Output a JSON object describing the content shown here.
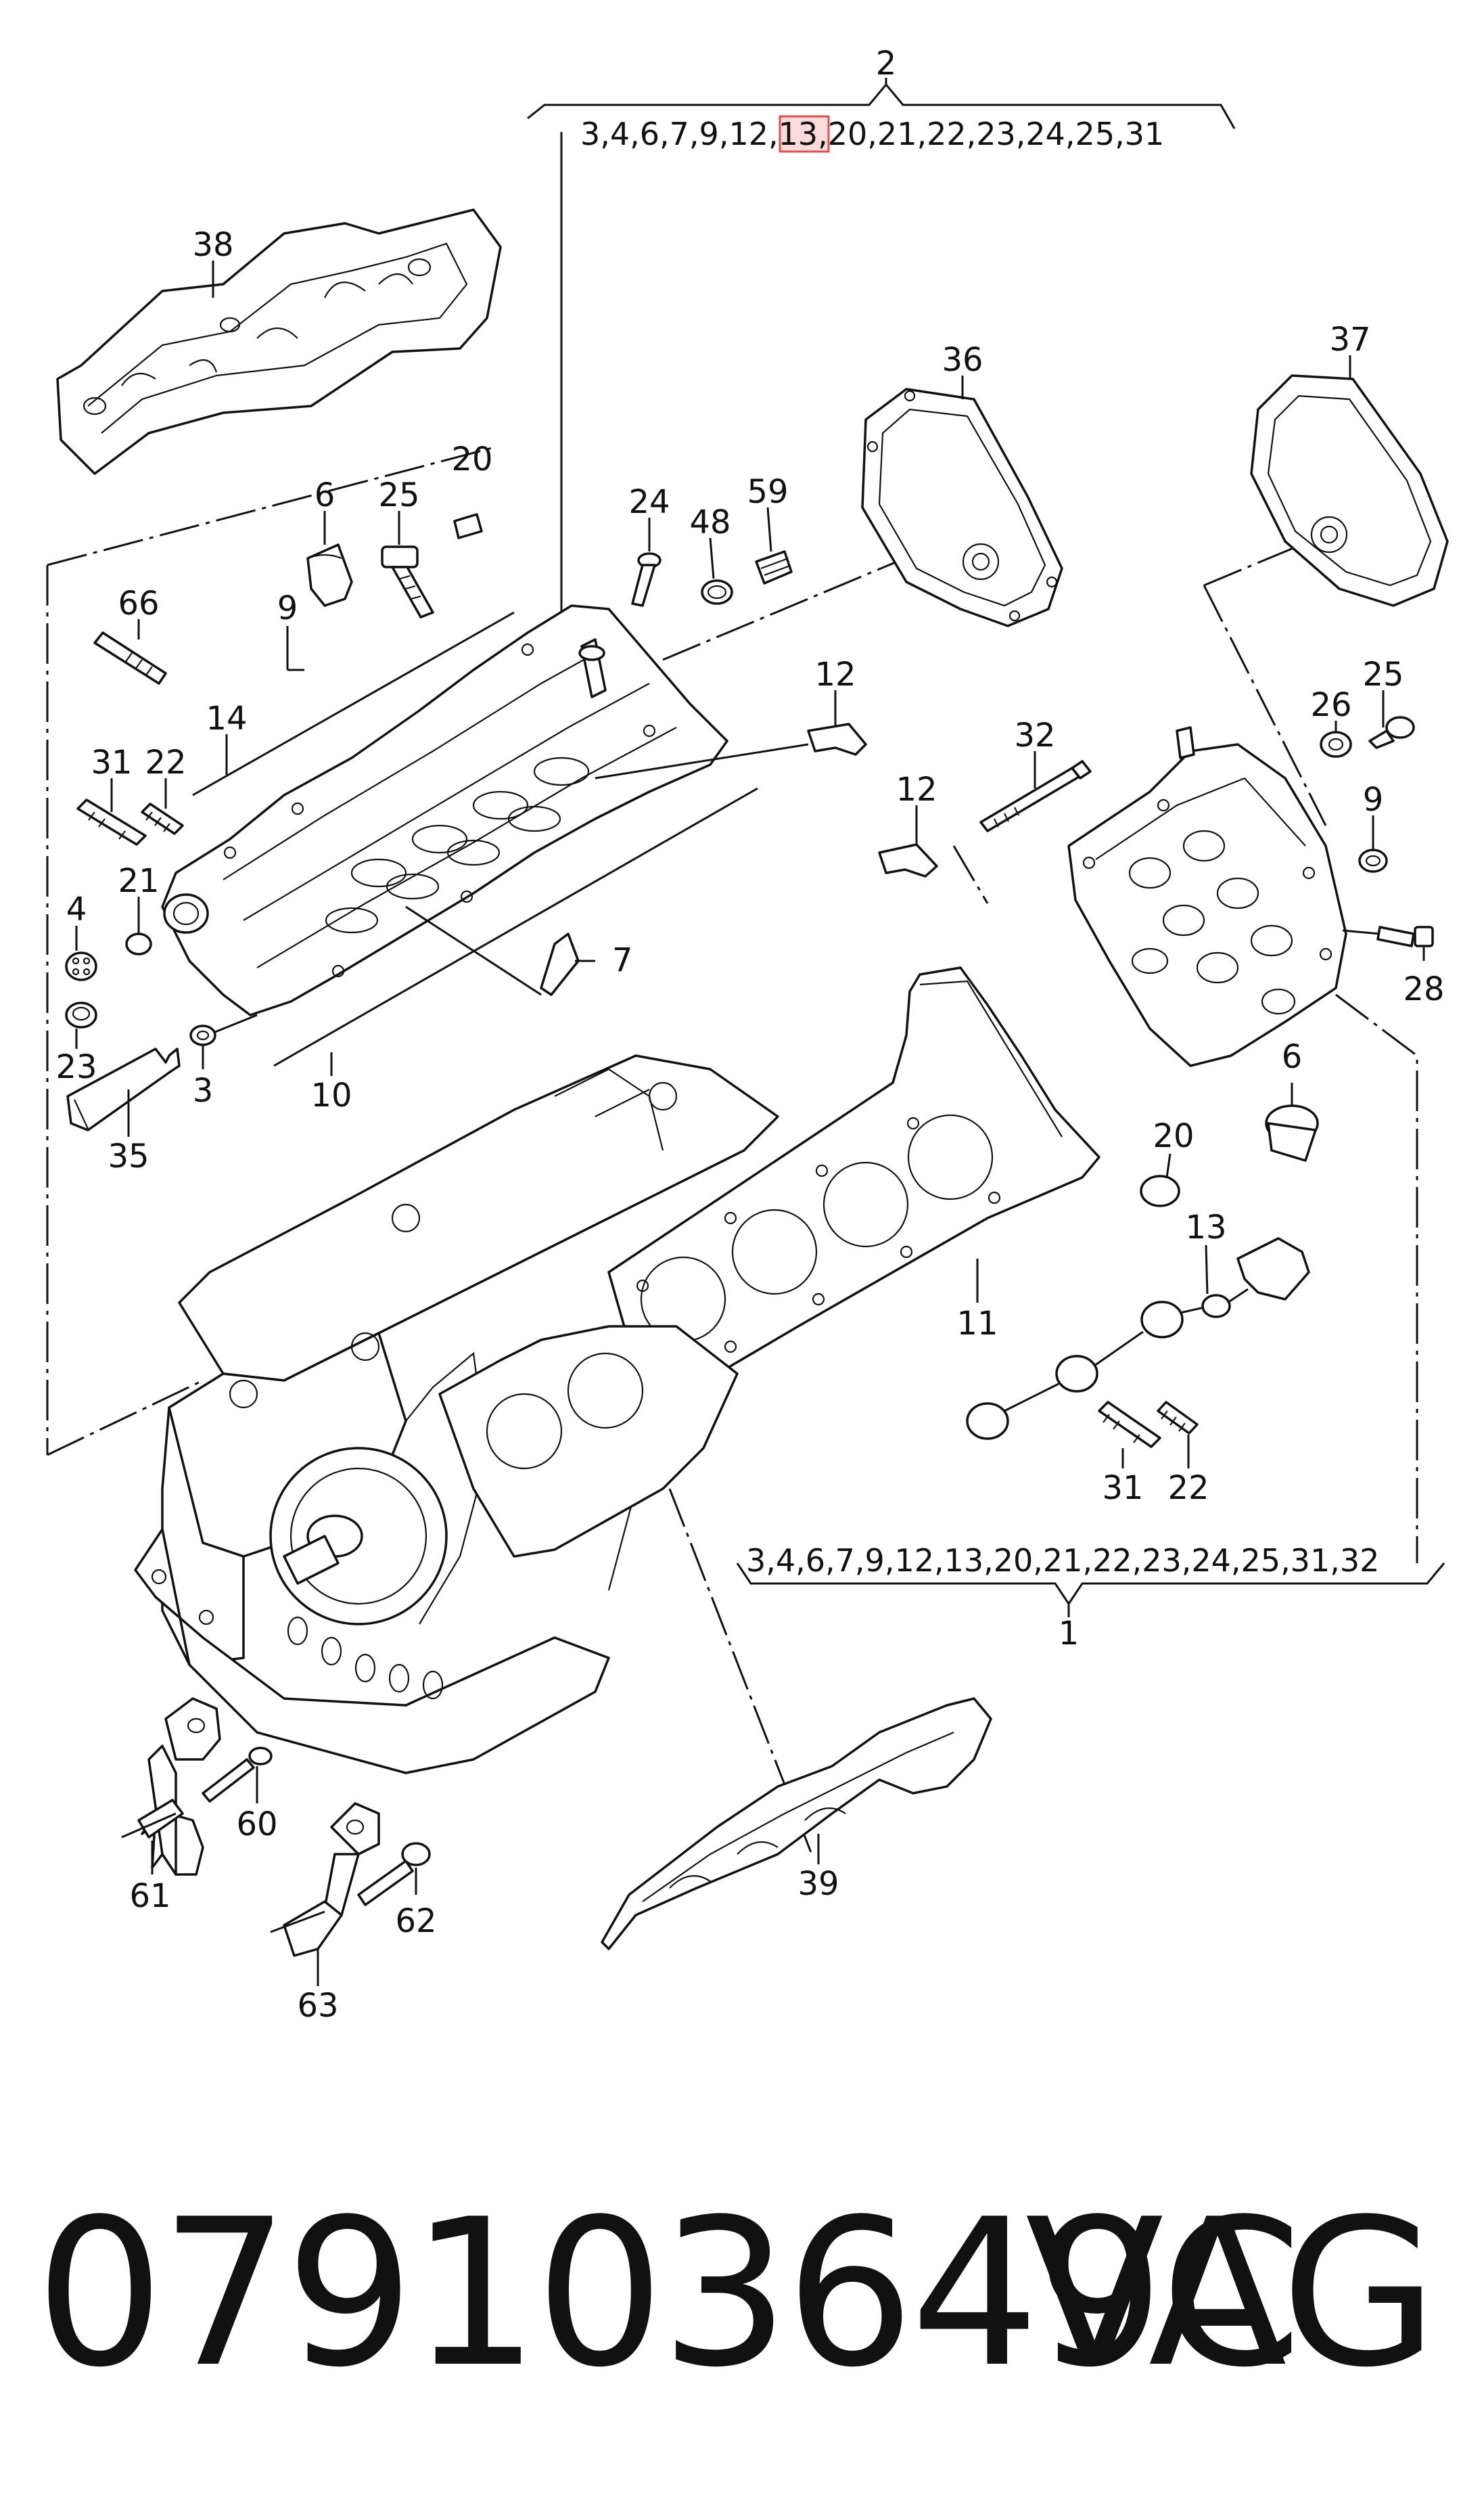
{
  "callouts": {
    "c2": "2",
    "c1": "1",
    "c38": "38",
    "c36": "36",
    "c37": "37",
    "c6a": "6",
    "c25a": "25",
    "c20a": "20",
    "c24": "24",
    "c48": "48",
    "c59": "59",
    "c66": "66",
    "c9a": "9",
    "c14": "14",
    "c12a": "12",
    "c12b": "12",
    "c32": "32",
    "c26": "26",
    "c25b": "25",
    "c9b": "9",
    "c31a": "31",
    "c22a": "22",
    "c21": "21",
    "c4": "4",
    "c7": "7",
    "c28": "28",
    "c23": "23",
    "c3": "3",
    "c10": "10",
    "c35": "35",
    "c6b": "6",
    "c20b": "20",
    "c13": "13",
    "c11": "11",
    "c31b": "31",
    "c22b": "22",
    "c60": "60",
    "c61": "61",
    "c62": "62",
    "c63": "63",
    "c39": "39"
  },
  "kit_top": {
    "before": "3,4,6,7,9,12,",
    "highlight": "13",
    "after": ",20,21,22,23,24,25,31"
  },
  "kit_bottom": {
    "list": "3,4,6,7,9,12,13,20,21,22,23,24,25,31,32"
  },
  "footer": {
    "part_number": "079103649C",
    "brand": "VAG"
  },
  "colors": {
    "highlight_fill": "#fbdada",
    "highlight_stroke": "#e05050",
    "ink": "#111111"
  }
}
